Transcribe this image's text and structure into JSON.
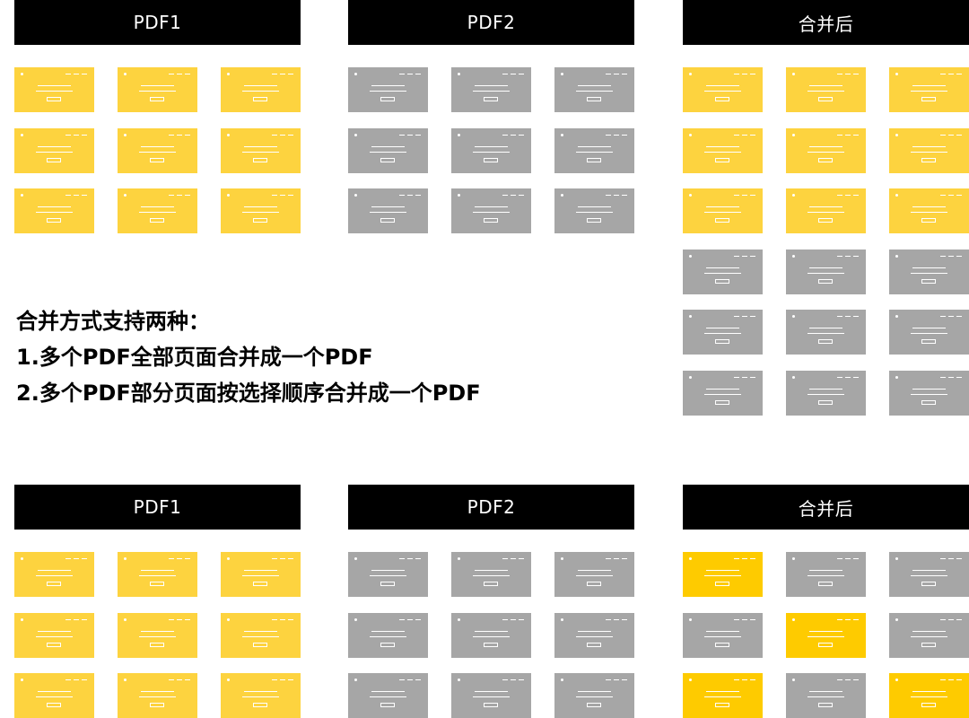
{
  "colors": {
    "pdf1_page": "#FDD33F",
    "pdf2_page": "#A6A6A6",
    "selected_page": "#FECB00",
    "header_bg": "#000000",
    "header_text": "#FFFFFF"
  },
  "sections": [
    {
      "name": "merge-all",
      "pdf1_label": "PDF1",
      "pdf2_label": "PDF2",
      "merged_label": "合并后",
      "pdf1_grid": [
        [
          "pdf1",
          "pdf1",
          "pdf1"
        ],
        [
          "pdf1",
          "pdf1",
          "pdf1"
        ],
        [
          "pdf1",
          "pdf1",
          "pdf1"
        ]
      ],
      "pdf2_grid": [
        [
          "pdf2",
          "pdf2",
          "pdf2"
        ],
        [
          "pdf2",
          "pdf2",
          "pdf2"
        ],
        [
          "pdf2",
          "pdf2",
          "pdf2"
        ]
      ],
      "merged_grid": [
        [
          "pdf1",
          "pdf1",
          "pdf1"
        ],
        [
          "pdf1",
          "pdf1",
          "pdf1"
        ],
        [
          "pdf1",
          "pdf1",
          "pdf1"
        ],
        [
          "pdf2",
          "pdf2",
          "pdf2"
        ],
        [
          "pdf2",
          "pdf2",
          "pdf2"
        ],
        [
          "pdf2",
          "pdf2",
          "pdf2"
        ]
      ]
    },
    {
      "name": "merge-partial",
      "pdf1_label": "PDF1",
      "pdf2_label": "PDF2",
      "merged_label": "合并后",
      "pdf1_grid": [
        [
          "pdf1",
          "pdf1",
          "pdf1"
        ],
        [
          "pdf1",
          "pdf1",
          "pdf1"
        ],
        [
          "pdf1",
          "pdf1",
          "pdf1"
        ]
      ],
      "pdf2_grid": [
        [
          "pdf2",
          "pdf2",
          "pdf2"
        ],
        [
          "pdf2",
          "pdf2",
          "pdf2"
        ],
        [
          "pdf2",
          "pdf2",
          "pdf2"
        ]
      ],
      "merged_grid": [
        [
          "selected",
          "pdf2",
          "pdf2"
        ],
        [
          "pdf2",
          "selected",
          "pdf2"
        ],
        [
          "selected",
          "pdf2",
          "selected"
        ]
      ]
    }
  ],
  "description": {
    "title": "合并方式支持两种：",
    "line1": "1.多个PDF全部页面合并成一个PDF",
    "line2": "2.多个PDF部分页面按选择顺序合并成一个PDF"
  }
}
